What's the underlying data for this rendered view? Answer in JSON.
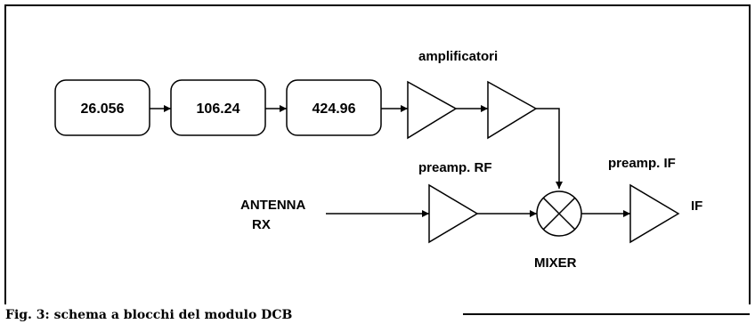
{
  "blocks": [
    "26.056",
    "106.24",
    "424.96"
  ],
  "labels": {
    "amplifiers": "amplificatori",
    "preamp_rf": "preamp. RF",
    "preamp_if": "preamp. IF",
    "antenna_line1": "ANTENNA",
    "antenna_line2": "RX",
    "mixer": "MIXER",
    "if_out": "IF"
  },
  "caption": "Fig. 3: schema a blocchi del modulo DCB"
}
